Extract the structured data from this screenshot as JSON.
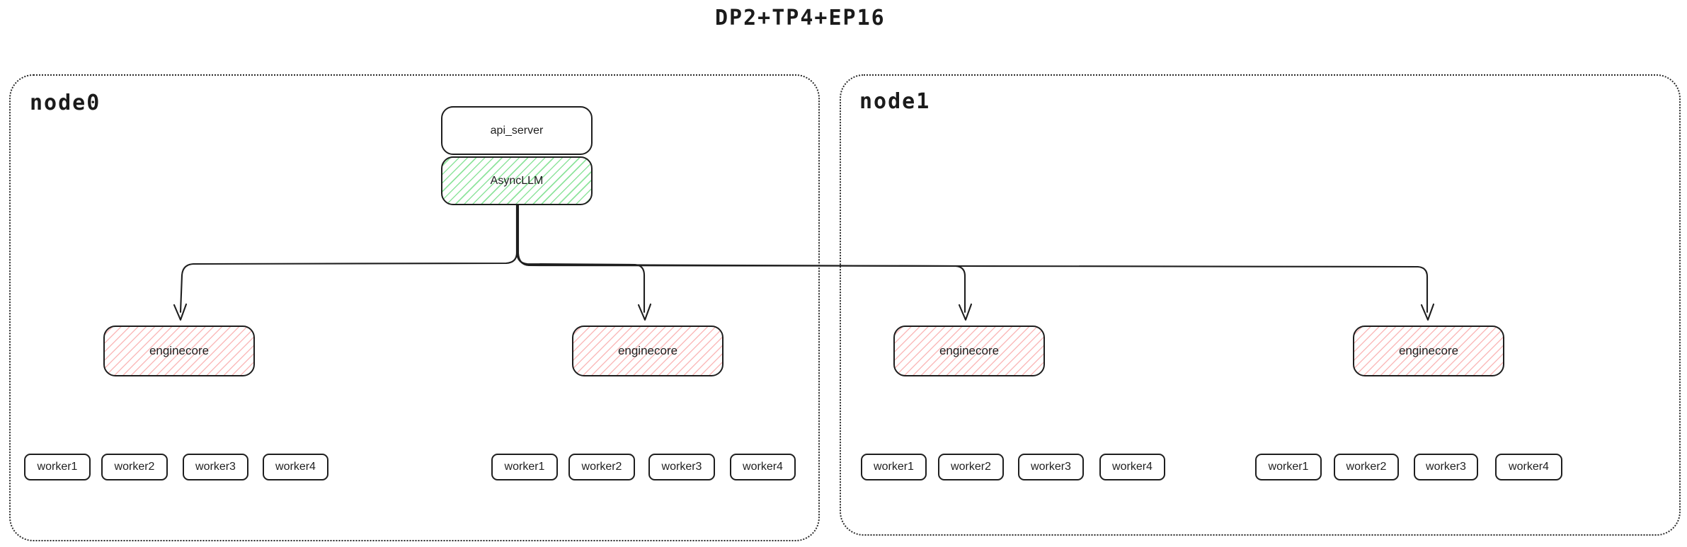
{
  "title": "DP2+TP4+EP16",
  "colors": {
    "stroke": "#1e1e1e",
    "green_hachure": "#69db7c",
    "red_hachure": "#f89696"
  },
  "node0": {
    "label": "node0",
    "api_server_label": "api_server",
    "asyncllm_label": "AsyncLLM",
    "enginecores": [
      {
        "label": "enginecore",
        "workers": [
          "worker1",
          "worker2",
          "worker3",
          "worker4"
        ]
      },
      {
        "label": "enginecore",
        "workers": [
          "worker1",
          "worker2",
          "worker3",
          "worker4"
        ]
      }
    ]
  },
  "node1": {
    "label": "node1",
    "enginecores": [
      {
        "label": "enginecore",
        "workers": [
          "worker1",
          "worker2",
          "worker3",
          "worker4"
        ]
      },
      {
        "label": "enginecore",
        "workers": [
          "worker1",
          "worker2",
          "worker3",
          "worker4"
        ]
      }
    ]
  }
}
